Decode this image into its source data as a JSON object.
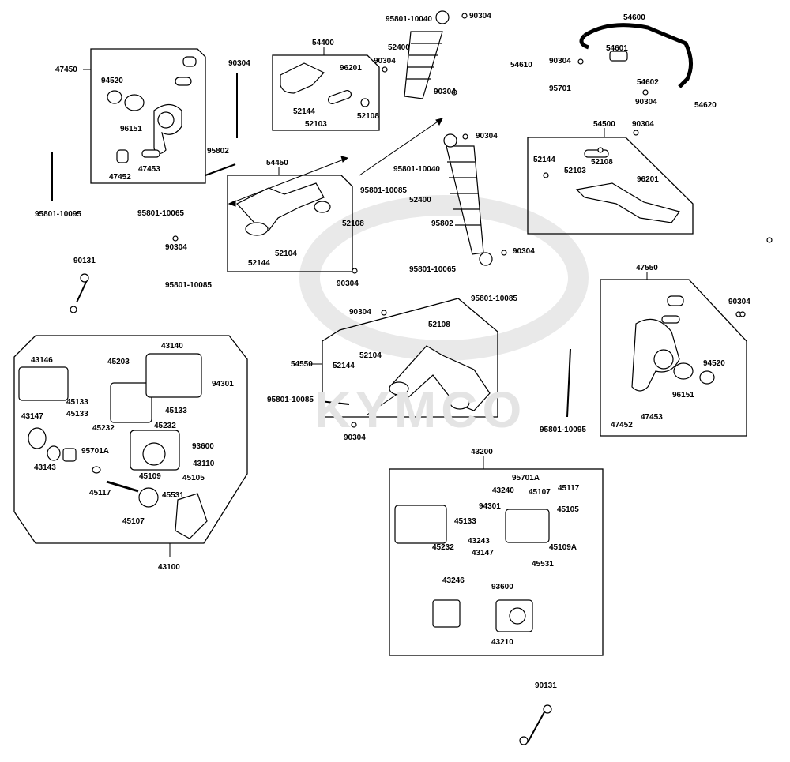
{
  "watermark": {
    "text": "KYMCO",
    "color": "#e4e4e4"
  },
  "groups": {
    "g47450": "47450",
    "g54400": "54400",
    "g54450": "54450",
    "g54500": "54500",
    "g54550": "54550",
    "g47550": "47550",
    "g43100": "43100",
    "g43200": "43200"
  },
  "parts": [
    "90304",
    "95801-10040",
    "52400",
    "90304",
    "54610",
    "54600",
    "54601",
    "90304",
    "54602",
    "95701",
    "90304",
    "54620",
    "94520",
    "96151",
    "47453",
    "47452",
    "90304",
    "96201",
    "90304",
    "52144",
    "52103",
    "52108",
    "90304",
    "95802",
    "95801-10095",
    "52144",
    "52103",
    "52108",
    "96201",
    "90304",
    "95801-10040",
    "95801-10085",
    "95801-10065",
    "52108",
    "52144",
    "52104",
    "90304",
    "95801-10085",
    "52400",
    "95802",
    "90304",
    "95801-10065",
    "90304",
    "90131",
    "90304",
    "95801-10085",
    "52108",
    "52144",
    "52104",
    "54550",
    "95801-10085",
    "90304",
    "95801-10095",
    "90304",
    "94520",
    "96151",
    "47453",
    "47452",
    "43146",
    "45203",
    "43140",
    "94301",
    "45133",
    "45133",
    "45133",
    "45232",
    "45232",
    "43147",
    "93600",
    "43143",
    "95701A",
    "43110",
    "45109",
    "45105",
    "45117",
    "45531",
    "45107",
    "95701A",
    "43240",
    "45107",
    "45117",
    "94301",
    "45105",
    "45133",
    "45232",
    "43243",
    "43147",
    "45109A",
    "45531",
    "43246",
    "93600",
    "43210",
    "90131"
  ]
}
